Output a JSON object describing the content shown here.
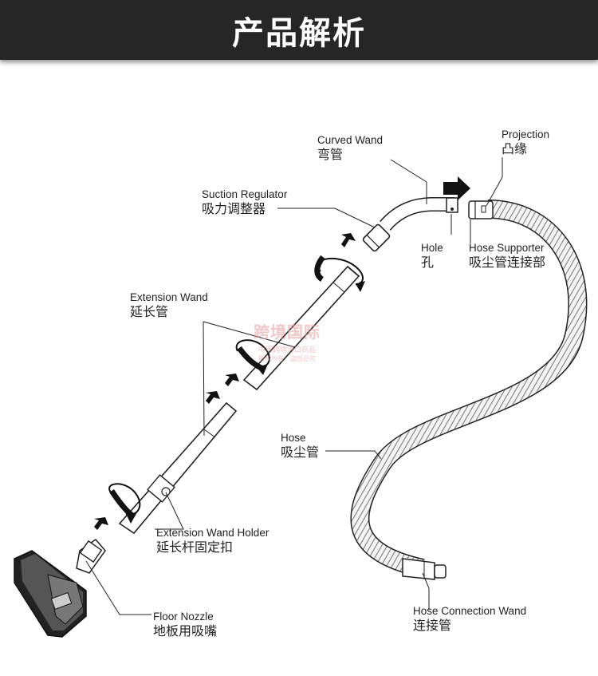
{
  "header": {
    "title": "产品解析"
  },
  "labels": {
    "curved_wand": {
      "en": "Curved Wand",
      "zh": "弯管"
    },
    "projection": {
      "en": "Projection",
      "zh": "凸缘"
    },
    "suction_regulator": {
      "en": "Suction Regulator",
      "zh": "吸力调整器"
    },
    "hole": {
      "en": "Hole",
      "zh": "孔"
    },
    "hose_supporter": {
      "en": "Hose Supporter",
      "zh": "吸尘管连接部"
    },
    "extension_wand": {
      "en": "Extension Wand",
      "zh": "延长管"
    },
    "hose": {
      "en": "Hose",
      "zh": "吸尘管"
    },
    "wand_holder": {
      "en": "Extension Wand Holder",
      "zh": "延长杆固定扣"
    },
    "floor_nozzle": {
      "en": "Floor Nozzle",
      "zh": "地板用吸嘴"
    },
    "hose_connection": {
      "en": "Hose Connection Wand",
      "zh": "连接管"
    }
  },
  "watermark": {
    "line1": "跨境国际",
    "line2": "中国跨境进口商品",
    "line3": "版权所有 · 盗图必究"
  },
  "colors": {
    "header_bg": "#262626",
    "header_text": "#ffffff",
    "line": "#222222",
    "arrow": "#111111"
  }
}
